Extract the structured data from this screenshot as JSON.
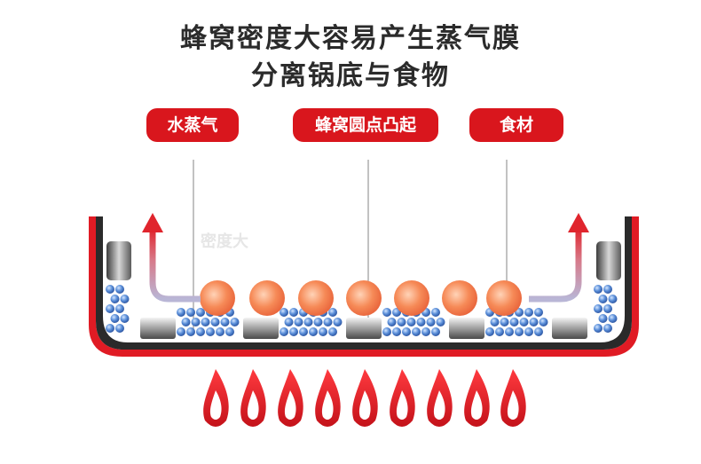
{
  "headline": {
    "line1": "蜂窝密度大容易产生蒸气膜",
    "line2": "分离锅底与食物"
  },
  "tags": {
    "steam": "水蒸气",
    "dots": "蜂窝圆点凸起",
    "food": "食材"
  },
  "watermark": "密度大",
  "colors": {
    "tag_red": "#d9161d",
    "pan_red": "#e01b24",
    "flame_red": "#e11e25",
    "food_orange": "#f47f4a",
    "bubble_blue": "#3f76c6",
    "steam_arrow": "#d62c33"
  }
}
